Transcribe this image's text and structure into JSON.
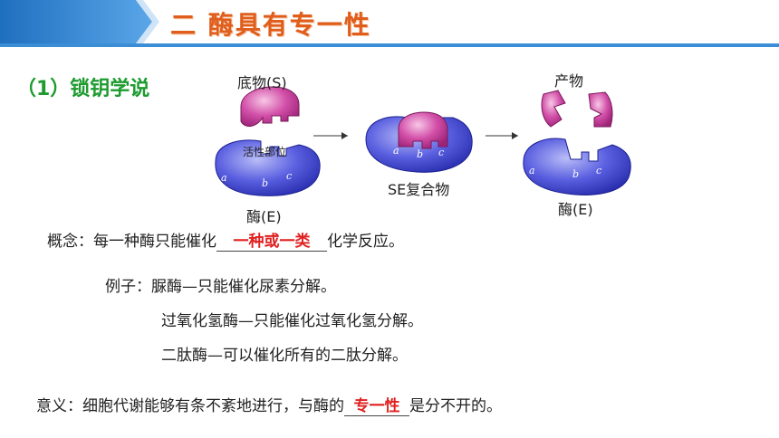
{
  "header": {
    "title": "二 酶具有专一性"
  },
  "section": {
    "label": "（1）锁钥学说"
  },
  "diagram": {
    "substrate_label": "底物(S)",
    "active_site_label": "活性部位",
    "complex_label": "SE复合物",
    "product_label": "产物",
    "enzyme_label": "酶(E)",
    "enzyme_label_2": "酶(E)",
    "site_a": "a",
    "site_b": "b",
    "site_c": "c",
    "colors": {
      "enzyme": "#5a5fe0",
      "substrate": "#d24fa8"
    }
  },
  "concept": {
    "prefix": "概念：每一种酶只能催化",
    "answer": "一种或一类",
    "suffix": "化学反应。"
  },
  "examples": {
    "line1": "例子：脲酶—只能催化尿素分解。",
    "line2": "过氧化氢酶—只能催化过氧化氢分解。",
    "line3": "二肽酶—可以催化所有的二肽分解。"
  },
  "meaning": {
    "prefix": "意义：细胞代谢能够有条不紊地进行，与酶的",
    "answer": "专一性",
    "suffix": "是分不开的。"
  }
}
